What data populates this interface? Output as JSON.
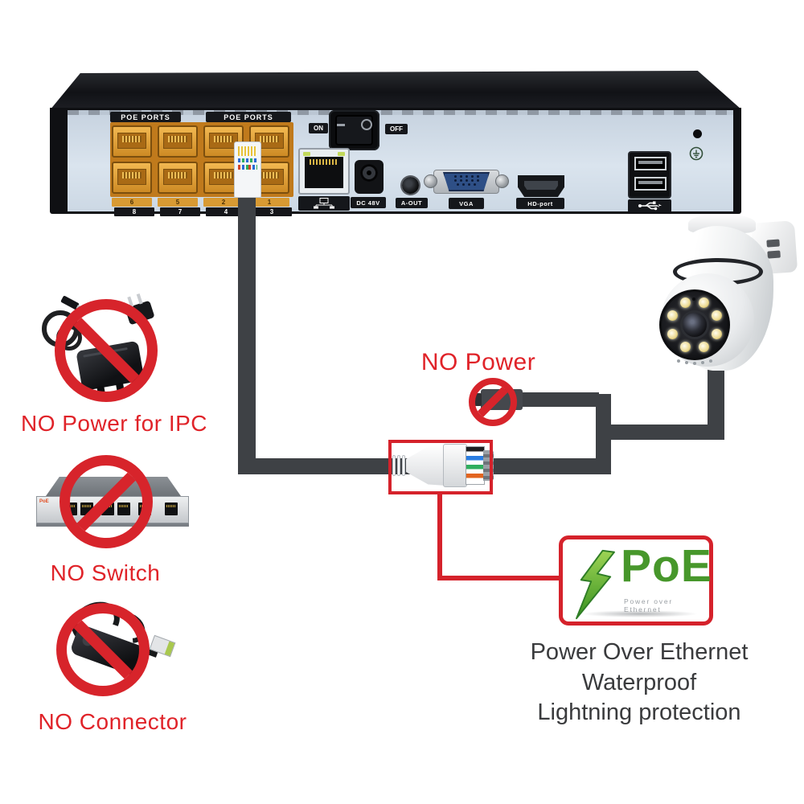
{
  "nvr": {
    "poe_label_left": "POE PORTS",
    "poe_label_right": "POE PORTS",
    "port_numbers_row1": [
      "6",
      "5",
      "2",
      "1"
    ],
    "port_numbers_row2": [
      "8",
      "7",
      "4",
      "3"
    ],
    "switch_on": "ON",
    "switch_off": "OFF",
    "dc_label": "DC 48V",
    "audio_label": "A-OUT",
    "vga_label": "VGA",
    "hdmi_label": "HD-port"
  },
  "connection": {
    "no_power_label": "NO Power"
  },
  "warnings": {
    "adapter": "NO Power for IPC",
    "switch": "NO Switch",
    "connector": "NO Connector"
  },
  "poe_logo": {
    "title": "PoE",
    "subtitle": "Power over Ethernet"
  },
  "features": {
    "line1": "Power Over Ethernet",
    "line2": "Waterproof",
    "line3": "Lightning protection"
  },
  "colors": {
    "warning_red": "#d7242b",
    "cable_gray": "#3e4145",
    "port_orange": "#d98e2b",
    "panel_blue_gray": "#d2dde8",
    "poe_green": "#47972b"
  }
}
